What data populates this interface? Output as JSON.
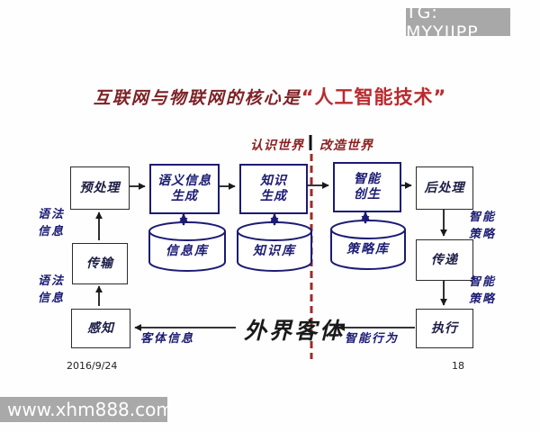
{
  "overlays": {
    "tg_badge": "TG: MYYJJPP",
    "watermark": "www.xhm888.com"
  },
  "slide": {
    "title_prefix": "互联网与物联网的核心是",
    "title_highlight": "“人工智能技术”",
    "date": "2016/9/24",
    "page_number": "18"
  },
  "diagram": {
    "phase_left": "认识世界",
    "phase_right": "改造世界",
    "boxes": {
      "preprocess": "预处理",
      "semantic_gen": "语义信息\n生成",
      "knowledge_gen": "知识\n生成",
      "intelligence_gen": "智能\n创生",
      "postprocess": "后处理",
      "transmit": "传输",
      "perceive": "感知",
      "transfer": "传递",
      "execute": "执行"
    },
    "databases": {
      "info": "信息库",
      "knowledge": "知识库",
      "strategy": "策略库"
    },
    "labels": {
      "syntax_info_upper": "语法\n信息",
      "syntax_info_lower": "语法\n信息",
      "smart_strategy_upper": "智能\n策略",
      "smart_strategy_lower": "智能\n策略",
      "object_info": "客体信息",
      "smart_behavior": "智能行为",
      "outside_world": "外界客体"
    },
    "colors": {
      "title_dark_red": "#7d2125",
      "title_bright_red": "#b92a2e",
      "navy": "#1b1b74",
      "dashed_divider_red": "#9e2a28",
      "arrow_black": "#1a1a1a",
      "badge_gray": "#a8a8a8"
    }
  }
}
